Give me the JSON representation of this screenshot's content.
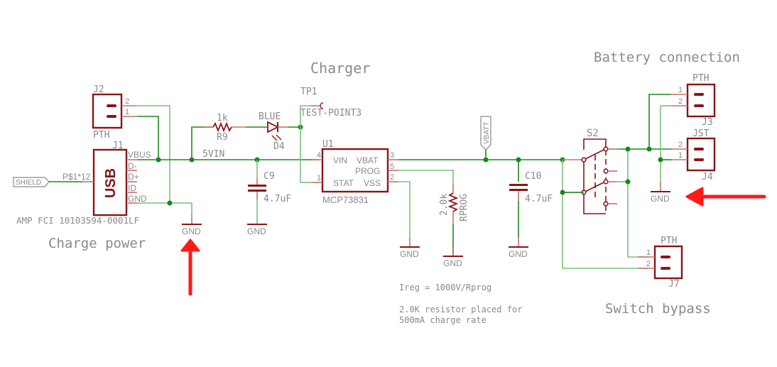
{
  "sections": {
    "charger": "Charger",
    "battery_connection": "Battery connection",
    "charge_power": "Charge power",
    "switch_bypass": "Switch bypass"
  },
  "components": {
    "j2": {
      "ref": "J2",
      "value": "PTH",
      "pins": [
        "2",
        "1"
      ]
    },
    "j1": {
      "ref": "J1",
      "symbol": "USB",
      "part": "AMP FCI 10103594-0001LF",
      "pins": [
        "VBUS",
        "D-",
        "D+",
        "ID",
        "GND"
      ],
      "shield_pin": "P$1*12"
    },
    "shield_port": "SHIELD",
    "r9": {
      "ref": "R9",
      "value": "1k"
    },
    "d4": {
      "ref": "D4",
      "value": "BLUE"
    },
    "tp1": {
      "ref": "TP1",
      "value": "TEST-POINT3"
    },
    "net_5vin": "5VIN",
    "c9": {
      "ref": "C9",
      "value": "4.7uF"
    },
    "u1": {
      "ref": "U1",
      "part": "MCP73831",
      "pins_left": [
        "VIN",
        "STAT"
      ],
      "pins_right": [
        "VBAT",
        "PROG",
        "VSS"
      ],
      "pin_numbers": {
        "vin": "4",
        "stat": "1",
        "vbat": "3",
        "prog": "5",
        "vss": "2"
      }
    },
    "rprog": {
      "ref": "RPROG",
      "value": "2.0k"
    },
    "vbatt_port": "VBATT",
    "c10": {
      "ref": "C10",
      "value": "4.7uF"
    },
    "s2": {
      "ref": "S2"
    },
    "j3": {
      "ref": "J3",
      "value": "PTH",
      "pins": [
        "1",
        "2"
      ]
    },
    "j4": {
      "ref": "J4",
      "value": "JST",
      "pins": [
        "2",
        "1"
      ]
    },
    "j7": {
      "ref": "J7",
      "value": "PTH",
      "pins": [
        "1",
        "2"
      ]
    },
    "gnd": "GND"
  },
  "notes": {
    "ireg": "Ireg = 1000V/Rprog",
    "resistor_line1": "2.0K resistor placed for",
    "resistor_line2": "500mA charge rate"
  },
  "annotations": {
    "arrow_color": "#ff1a1a",
    "arrows": [
      "arrow-pointing-to-charge-power-gnd",
      "arrow-pointing-to-battery-gnd"
    ]
  },
  "colors": {
    "net": "#1d8a1d",
    "part": "#8b1414",
    "label": "#8a8a8a"
  }
}
